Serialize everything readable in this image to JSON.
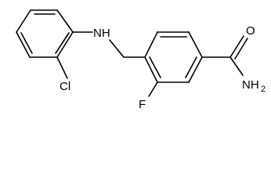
{
  "molecule": {
    "atoms": {
      "nh": "NH",
      "cl": "Cl",
      "f": "F",
      "o": "O",
      "nh2": "NH",
      "nh2_subscript": "2"
    }
  }
}
